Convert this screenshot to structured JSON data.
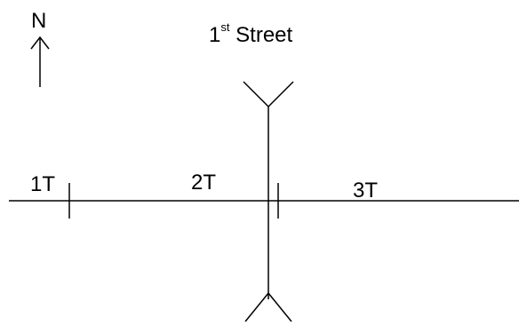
{
  "compass": {
    "label": "N"
  },
  "street": {
    "number": "1",
    "suffix": "st",
    "name": "Street"
  },
  "segments": [
    {
      "id": "segment-1t",
      "label": "1T"
    },
    {
      "id": "segment-2t",
      "label": "2T"
    },
    {
      "id": "segment-3t",
      "label": "3T"
    }
  ],
  "colors": {
    "line": "#000000",
    "background": "#ffffff"
  }
}
